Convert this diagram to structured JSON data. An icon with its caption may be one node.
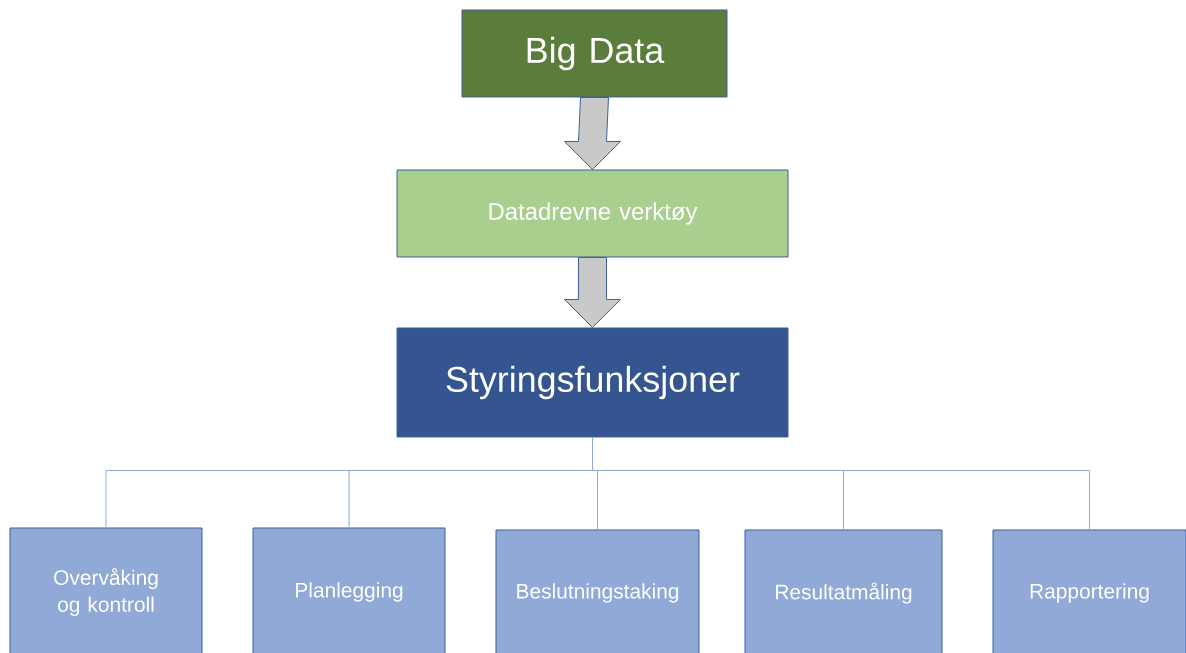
{
  "diagram": {
    "nodes": [
      {
        "text": [
          "Big Data"
        ]
      },
      {
        "text": [
          "Datadrevne verktøy"
        ]
      },
      {
        "text": [
          "Styringsfunksjoner"
        ]
      },
      {
        "text": [
          "Overvåking og kontroll"
        ]
      },
      {
        "text": [
          "Planlegging"
        ]
      },
      {
        "text": [
          "Beslutningstaking"
        ]
      },
      {
        "text": [
          "Resultatmåling"
        ]
      },
      {
        "text": [
          "Rapportering"
        ]
      }
    ],
    "edges": [
      {
        "from": 0,
        "to": 1,
        "arrow": "to",
        "style": "thick",
        "color": "#c9c9c9"
      },
      {
        "from": 1,
        "to": 2,
        "arrow": "to",
        "style": "thick",
        "color": "#c9c9c9"
      },
      {
        "from": 2,
        "to": 3,
        "arrow": "none"
      },
      {
        "from": 2,
        "to": 4,
        "arrow": "none"
      },
      {
        "from": 2,
        "to": 5,
        "arrow": "none"
      },
      {
        "from": 2,
        "to": 6,
        "arrow": "none"
      },
      {
        "from": 2,
        "to": 7,
        "arrow": "none"
      }
    ]
  }
}
